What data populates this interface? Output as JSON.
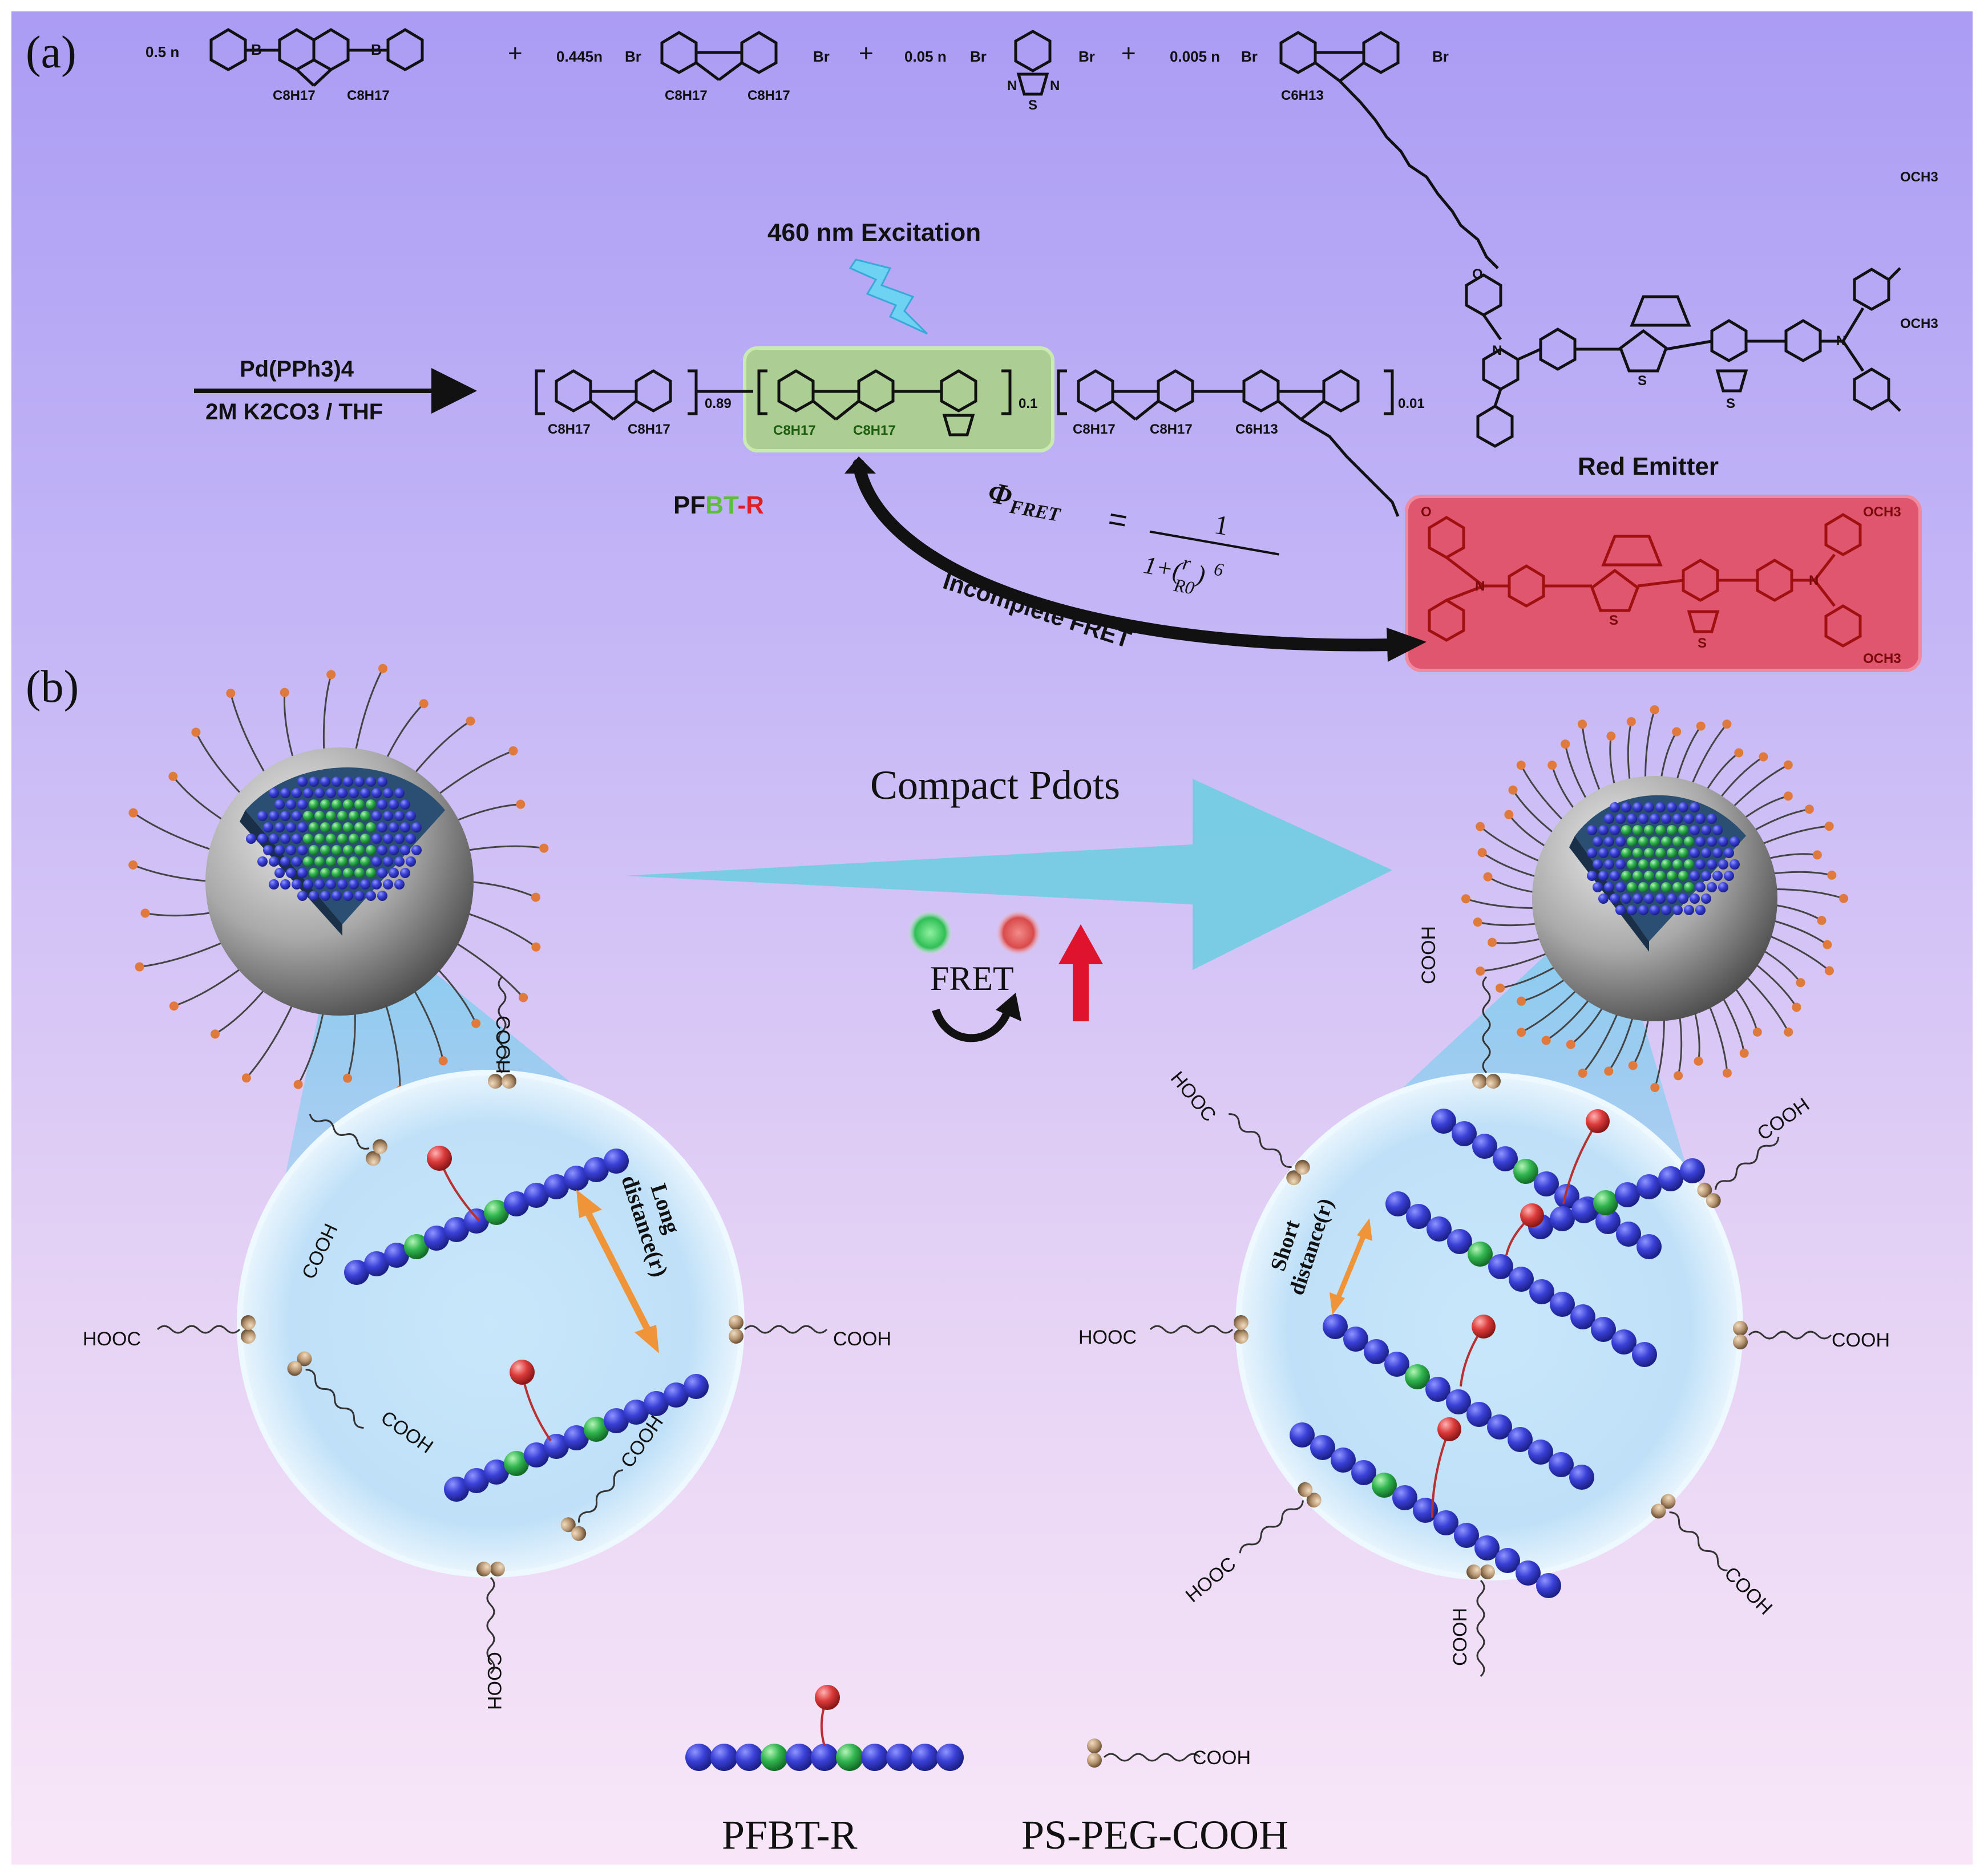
{
  "panel_a": {
    "label": "(a)",
    "reaction": {
      "coef1": "0.5 n",
      "plus": "+",
      "coef2": "0.445n",
      "coef3": "0.05 n",
      "coef4": "0.005 n",
      "br": "Br",
      "b": "B",
      "o": "O",
      "s": "S",
      "n": "N",
      "c8h17": "C8H17",
      "c6h13": "C6H13",
      "och3": "OCH3"
    },
    "catalyst": "Pd(PPh3)4",
    "conditions": "2M K2CO3 / THF",
    "excitation": "460 nm Excitation",
    "polymer_subscripts": [
      "0.89",
      "0.1",
      "0.01"
    ],
    "polymer_name": {
      "part1": "PF",
      "part2": "BT",
      "part3": "-R"
    },
    "red_emitter_label": "Red Emitter",
    "formula": {
      "lhs": "Φ",
      "sub": "FRET",
      "eq": "=",
      "num": "1",
      "den_prefix": "1+(",
      "r": "r",
      "r0": "R0",
      "den_suffix": ")",
      "exp": "6"
    },
    "incomplete_fret": "Incomplete FRET"
  },
  "panel_b": {
    "label": "(b)",
    "compact_label": "Compact Pdots",
    "fret_label": "FRET",
    "long_distance": [
      "Long",
      "distance(r)"
    ],
    "short_distance": [
      "Short",
      "distance(r)"
    ],
    "cooh": "COOH",
    "hooc": "HOOC"
  },
  "legend": {
    "pfbtr": "PFBT-R",
    "pspeg": "PS-PEG-COOH",
    "cooh": "COOH"
  },
  "colors": {
    "blue_bead": "#2d33c8",
    "green_bead": "#2bb24a",
    "red_bead": "#d83a3a",
    "orange_arrow": "#f0943a",
    "cyan_arrow": "#7ed3e6",
    "red_box": "#e0566e",
    "green_box": "#9bc77a"
  }
}
